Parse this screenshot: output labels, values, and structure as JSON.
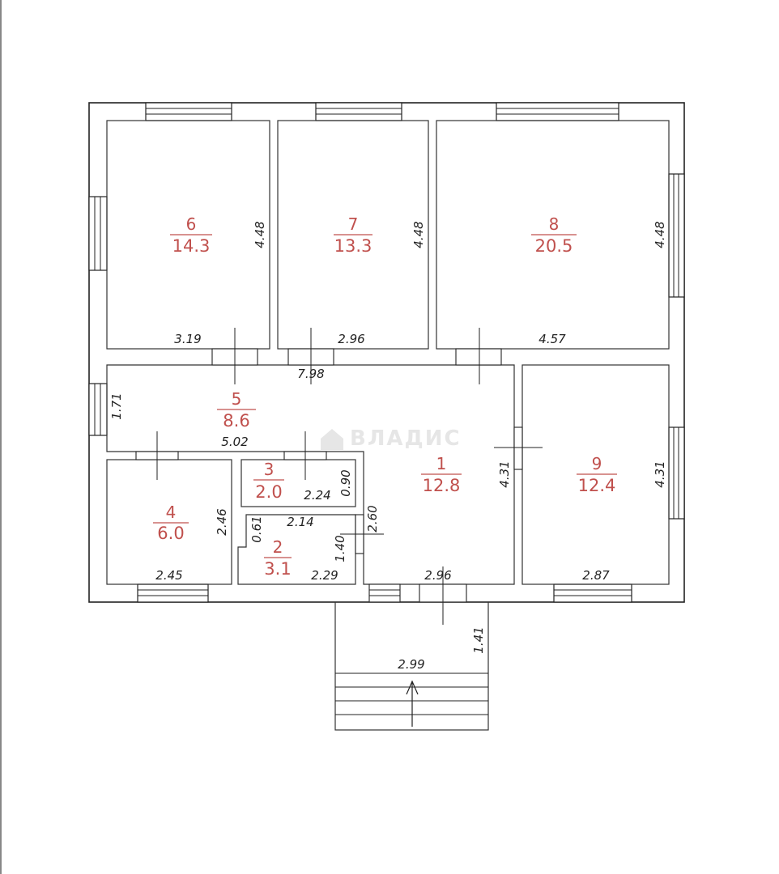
{
  "watermark": "ВЛАДИС",
  "rooms": [
    {
      "id": "6",
      "number": "6",
      "area": "14.3",
      "width": "3.19",
      "height": "4.48"
    },
    {
      "id": "7",
      "number": "7",
      "area": "13.3",
      "width": "2.96",
      "height": "4.48"
    },
    {
      "id": "8",
      "number": "8",
      "area": "20.5",
      "width": "4.57",
      "height": "4.48"
    },
    {
      "id": "5",
      "number": "5",
      "area": "8.6",
      "width": "5.02",
      "height": "1.71",
      "extra": "7.98"
    },
    {
      "id": "4",
      "number": "4",
      "area": "6.0",
      "width": "2.45",
      "height": "2.46"
    },
    {
      "id": "3",
      "number": "3",
      "area": "2.0",
      "width": "2.24",
      "height": "0.90"
    },
    {
      "id": "2",
      "number": "2",
      "area": "3.1",
      "width": "2.29",
      "top_width": "2.14",
      "height": "1.40",
      "niche": "0.61",
      "side": "2.60"
    },
    {
      "id": "1",
      "number": "1",
      "area": "12.8",
      "width": "2.96",
      "height": "4.31"
    },
    {
      "id": "9",
      "number": "9",
      "area": "12.4",
      "width": "2.87",
      "height": "4.31"
    }
  ],
  "porch": {
    "width": "2.99",
    "depth": "1.41"
  }
}
